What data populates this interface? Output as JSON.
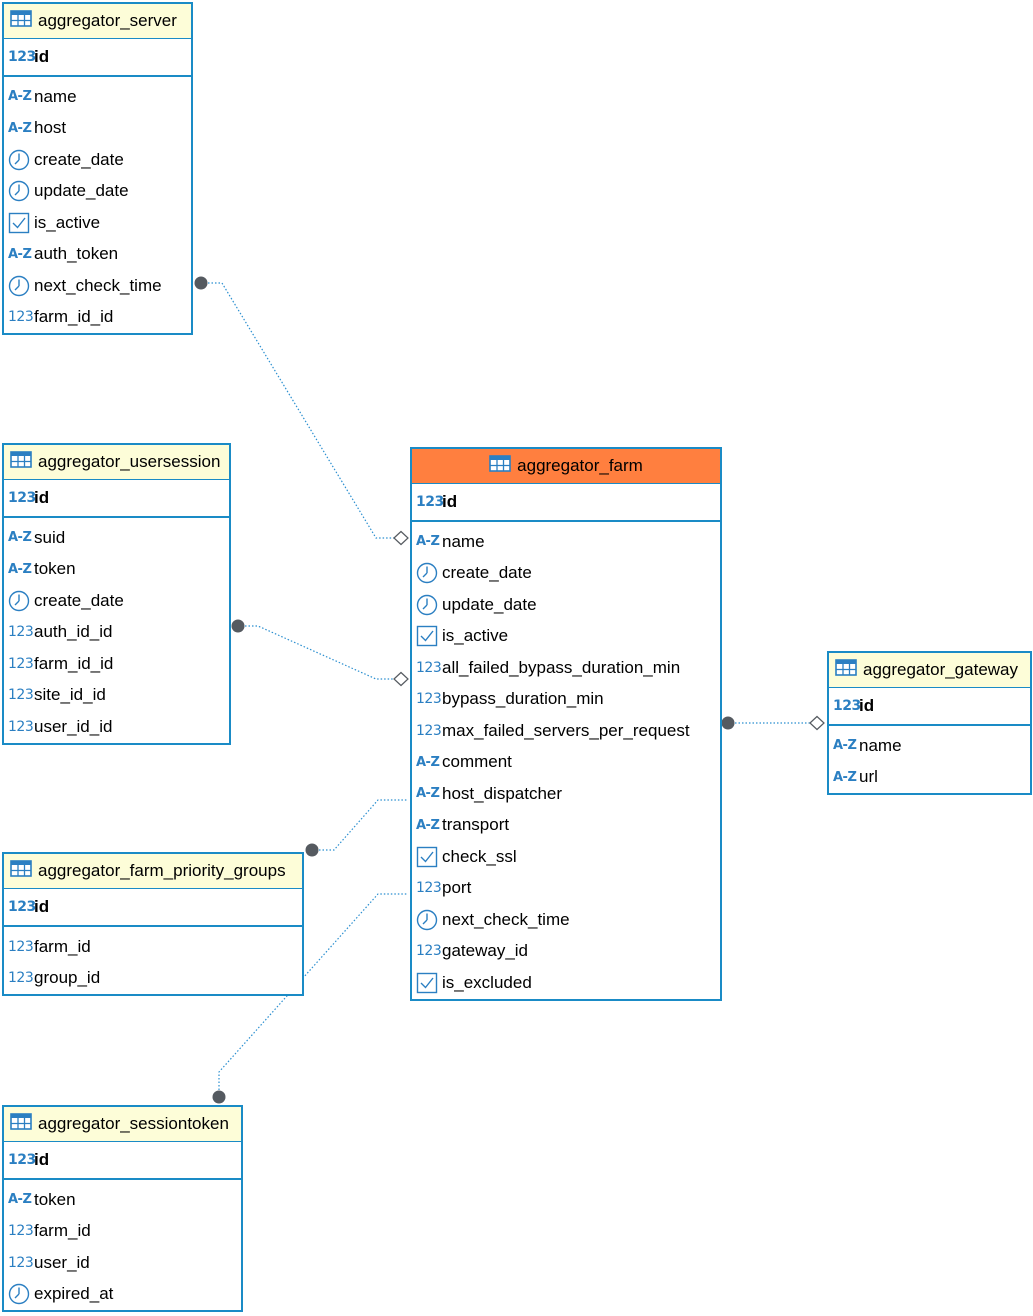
{
  "tables": [
    {
      "key": "aggregator_server",
      "name": "aggregator_server",
      "primary_key": {
        "name": "id",
        "type": "number"
      },
      "columns": [
        {
          "name": "name",
          "type": "text"
        },
        {
          "name": "host",
          "type": "text"
        },
        {
          "name": "create_date",
          "type": "datetime"
        },
        {
          "name": "update_date",
          "type": "datetime"
        },
        {
          "name": "is_active",
          "type": "boolean"
        },
        {
          "name": "auth_token",
          "type": "text"
        },
        {
          "name": "next_check_time",
          "type": "datetime"
        },
        {
          "name": "farm_id_id",
          "type": "number"
        }
      ]
    },
    {
      "key": "aggregator_usersession",
      "name": "aggregator_usersession",
      "primary_key": {
        "name": "id",
        "type": "number"
      },
      "columns": [
        {
          "name": "suid",
          "type": "text"
        },
        {
          "name": "token",
          "type": "text"
        },
        {
          "name": "create_date",
          "type": "datetime"
        },
        {
          "name": "auth_id_id",
          "type": "number"
        },
        {
          "name": "farm_id_id",
          "type": "number"
        },
        {
          "name": "site_id_id",
          "type": "number"
        },
        {
          "name": "user_id_id",
          "type": "number"
        }
      ]
    },
    {
      "key": "aggregator_farm",
      "name": "aggregator_farm",
      "highlighted": true,
      "primary_key": {
        "name": "id",
        "type": "number"
      },
      "columns": [
        {
          "name": "name",
          "type": "text"
        },
        {
          "name": "create_date",
          "type": "datetime"
        },
        {
          "name": "update_date",
          "type": "datetime"
        },
        {
          "name": "is_active",
          "type": "boolean"
        },
        {
          "name": "all_failed_bypass_duration_min",
          "type": "number"
        },
        {
          "name": "bypass_duration_min",
          "type": "number"
        },
        {
          "name": "max_failed_servers_per_request",
          "type": "number"
        },
        {
          "name": "comment",
          "type": "text"
        },
        {
          "name": "host_dispatcher",
          "type": "text"
        },
        {
          "name": "transport",
          "type": "text"
        },
        {
          "name": "check_ssl",
          "type": "boolean"
        },
        {
          "name": "port",
          "type": "number"
        },
        {
          "name": "next_check_time",
          "type": "datetime"
        },
        {
          "name": "gateway_id",
          "type": "number"
        },
        {
          "name": "is_excluded",
          "type": "boolean"
        }
      ]
    },
    {
      "key": "aggregator_gateway",
      "name": "aggregator_gateway",
      "primary_key": {
        "name": "id",
        "type": "number"
      },
      "columns": [
        {
          "name": "name",
          "type": "text"
        },
        {
          "name": "url",
          "type": "text"
        }
      ]
    },
    {
      "key": "aggregator_farm_priority_groups",
      "name": "aggregator_farm_priority_groups",
      "primary_key": {
        "name": "id",
        "type": "number"
      },
      "columns": [
        {
          "name": "farm_id",
          "type": "number"
        },
        {
          "name": "group_id",
          "type": "number"
        }
      ]
    },
    {
      "key": "aggregator_sessiontoken",
      "name": "aggregator_sessiontoken",
      "primary_key": {
        "name": "id",
        "type": "number"
      },
      "columns": [
        {
          "name": "token",
          "type": "text"
        },
        {
          "name": "farm_id",
          "type": "number"
        },
        {
          "name": "user_id",
          "type": "number"
        },
        {
          "name": "expired_at",
          "type": "datetime"
        }
      ]
    }
  ],
  "relationships": [
    {
      "from": "aggregator_server",
      "to": "aggregator_farm"
    },
    {
      "from": "aggregator_usersession",
      "to": "aggregator_farm"
    },
    {
      "from": "aggregator_farm_priority_groups",
      "to": "aggregator_farm"
    },
    {
      "from": "aggregator_sessiontoken",
      "to": "aggregator_farm"
    },
    {
      "from": "aggregator_farm",
      "to": "aggregator_gateway"
    }
  ],
  "colors": {
    "table_border": "#1a8bc6",
    "header_bg": "#fdfdd8",
    "highlight_header_bg": "#ff7f3f",
    "type_icon": "#2b7fc2",
    "link": "#2b8fd0",
    "endpoint": "#555a60"
  },
  "icons": {
    "number": "123",
    "text": "A-Z",
    "datetime": "clock-icon",
    "boolean": "checkbox-icon",
    "table": "table-grid-icon"
  }
}
